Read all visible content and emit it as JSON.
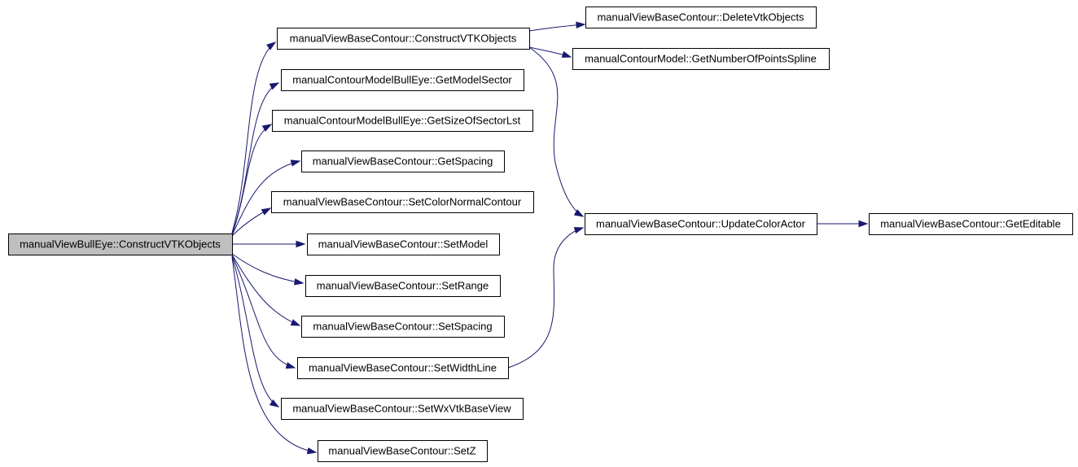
{
  "graph": {
    "nodes": [
      {
        "id": "root",
        "label": "manualViewBullEye::ConstructVTKObjects",
        "role": "root"
      },
      {
        "id": "n1",
        "label": "manualViewBaseContour::ConstructVTKObjects"
      },
      {
        "id": "n2",
        "label": "manualContourModelBullEye::GetModelSector"
      },
      {
        "id": "n3",
        "label": "manualContourModelBullEye::GetSizeOfSectorLst"
      },
      {
        "id": "n4",
        "label": "manualViewBaseContour::GetSpacing"
      },
      {
        "id": "n5",
        "label": "manualViewBaseContour::SetColorNormalContour"
      },
      {
        "id": "n6",
        "label": "manualViewBaseContour::SetModel"
      },
      {
        "id": "n7",
        "label": "manualViewBaseContour::SetRange"
      },
      {
        "id": "n8",
        "label": "manualViewBaseContour::SetSpacing"
      },
      {
        "id": "n9",
        "label": "manualViewBaseContour::SetWidthLine"
      },
      {
        "id": "n10",
        "label": "manualViewBaseContour::SetWxVtkBaseView"
      },
      {
        "id": "n11",
        "label": "manualViewBaseContour::SetZ"
      },
      {
        "id": "n12",
        "label": "manualViewBaseContour::DeleteVtkObjects"
      },
      {
        "id": "n13",
        "label": "manualContourModel::GetNumberOfPointsSpline"
      },
      {
        "id": "n14",
        "label": "manualViewBaseContour::UpdateColorActor"
      },
      {
        "id": "n15",
        "label": "manualViewBaseContour::GetEditable"
      }
    ],
    "edges": [
      {
        "from": "root",
        "to": "n1"
      },
      {
        "from": "root",
        "to": "n2"
      },
      {
        "from": "root",
        "to": "n3"
      },
      {
        "from": "root",
        "to": "n4"
      },
      {
        "from": "root",
        "to": "n5"
      },
      {
        "from": "root",
        "to": "n6"
      },
      {
        "from": "root",
        "to": "n7"
      },
      {
        "from": "root",
        "to": "n8"
      },
      {
        "from": "root",
        "to": "n9"
      },
      {
        "from": "root",
        "to": "n10"
      },
      {
        "from": "root",
        "to": "n11"
      },
      {
        "from": "n1",
        "to": "n12"
      },
      {
        "from": "n1",
        "to": "n13"
      },
      {
        "from": "n1",
        "to": "n14"
      },
      {
        "from": "n9",
        "to": "n14"
      },
      {
        "from": "n14",
        "to": "n15"
      }
    ],
    "colors": {
      "edge": "#191970",
      "root_fill": "#bfbfbf",
      "node_fill": "#ffffff",
      "border": "#000000"
    }
  }
}
